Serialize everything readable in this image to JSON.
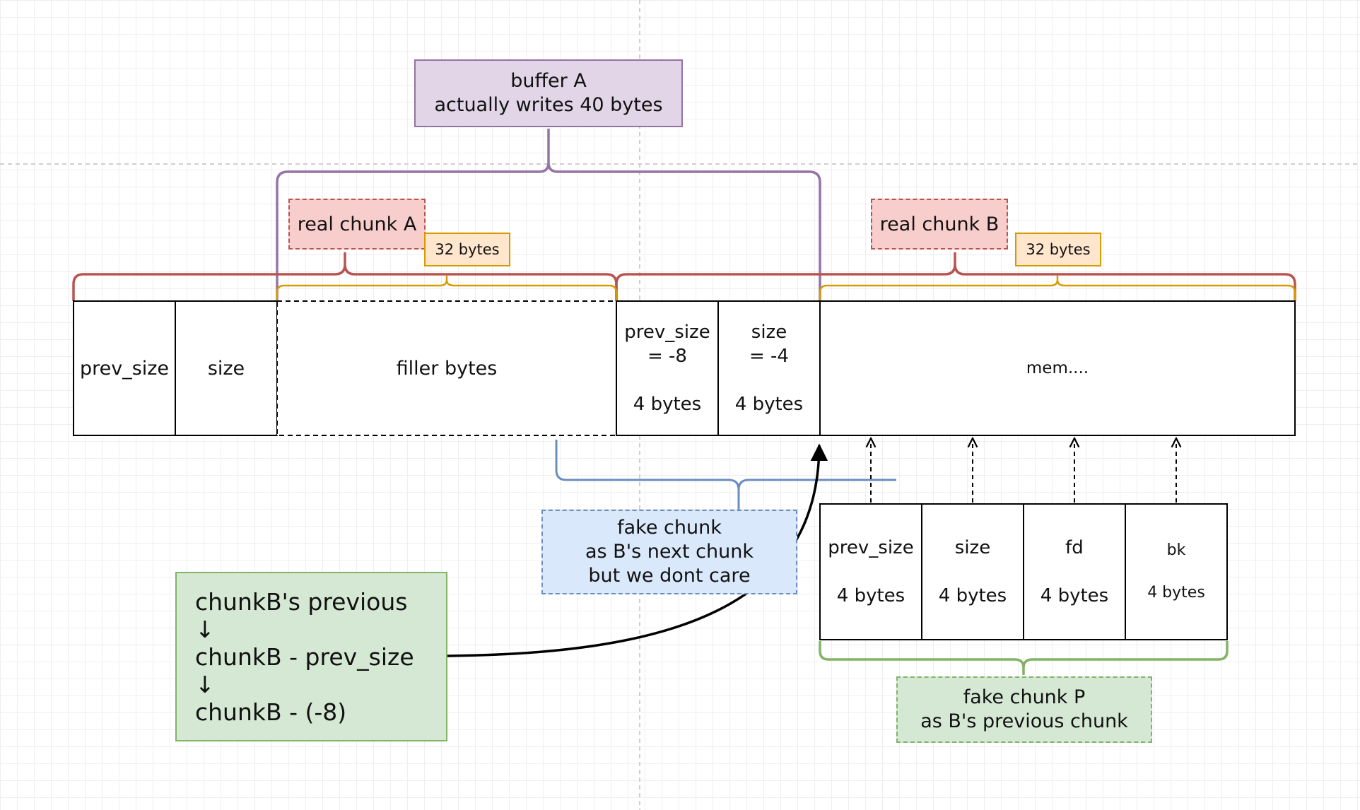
{
  "labels": {
    "buffer_a": "buffer A\nactually writes 40 bytes",
    "real_chunk_a": "real chunk A",
    "real_chunk_b": "real chunk B",
    "bytes_32_a": "32 bytes",
    "bytes_32_b": "32 bytes",
    "fake_chunk_next": "fake chunk\nas B's next chunk\nbut we dont care",
    "fake_chunk_p": "fake chunk P\nas B's previous chunk",
    "chunkb_note": "chunkB's previous\n↓\nchunkB - prev_size\n↓\nchunkB - (-8)"
  },
  "main_row": {
    "prev_size": "prev_size",
    "size": "size",
    "filler": "filler bytes",
    "b_prev_size": "prev_size\n= -8\n\n4 bytes",
    "b_size": "size\n= -4\n\n4 bytes",
    "mem": "mem...."
  },
  "fake_row": {
    "prev_size": "prev_size\n\n4 bytes",
    "size": "size\n\n4 bytes",
    "fd": "fd\n\n4 bytes",
    "bk": "bk\n\n4 bytes"
  },
  "colors": {
    "purple_stroke": "#9673a6",
    "purple_fill": "#e1d5e7",
    "red_stroke": "#b85450",
    "red_fill": "#f8cecc",
    "orange_stroke": "#d79b00",
    "orange_fill": "#ffe6cc",
    "blue_stroke": "#6c8ebf",
    "blue_fill": "#dae8fc",
    "green_stroke": "#82b366",
    "green_fill": "#d5e8d4"
  }
}
